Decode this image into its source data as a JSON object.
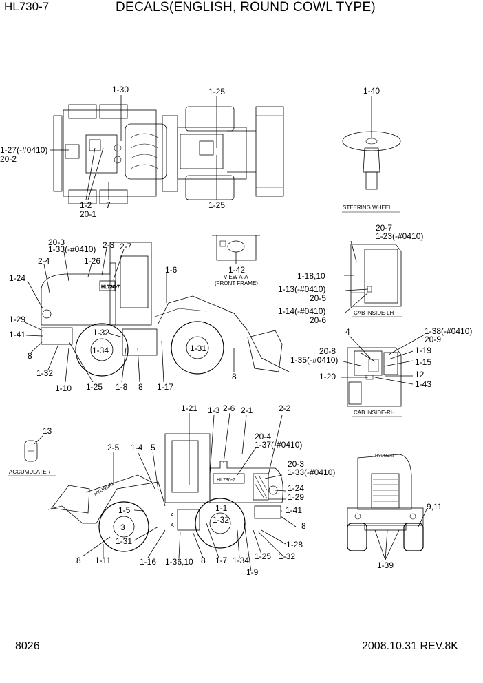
{
  "header": {
    "model": "HL730-7",
    "title": "DECALS(ENGLISH, ROUND COWL TYPE)"
  },
  "footer": {
    "page": "8026",
    "date_rev": "2008.10.31  REV.8K"
  },
  "captions": {
    "steering": "STEERING WHEEL",
    "view_a": "VIEW A-A",
    "front_frame": "(FRONT FRAME)",
    "cab_lh": "CAB INSIDE-LH",
    "cab_rh": "CAB INSIDE-RH",
    "accumulater": "ACCUMULATER"
  },
  "labels": {
    "top": [
      "1-30",
      "1-25",
      "1-27(-#0410)",
      "20-2",
      "1-2",
      "20-1",
      "7",
      "1-25"
    ],
    "steering": [
      "1-40"
    ],
    "view": [
      "1-42"
    ],
    "cab_lh": [
      "20-7",
      "1-23(-#0410)",
      "1-18,10",
      "1-13(-#0410)",
      "20-5",
      "1-14(-#0410)",
      "20-6"
    ],
    "cab_rh": [
      "4",
      "20-8",
      "1-35(-#0410)",
      "1-20",
      "1-38(-#0410)",
      "20-9",
      "1-19",
      "1-15",
      "12",
      "1-43"
    ],
    "left_side": [
      "20-3",
      "1-33(-#0410)",
      "2-3",
      "2-7",
      "2-4",
      "1-26",
      "1-24",
      "1-6",
      "1-29",
      "1-41",
      "1-32",
      "1-34",
      "1-31",
      "8",
      "1-32",
      "1-10",
      "1-25",
      "1-8",
      "8",
      "1-17",
      "8"
    ],
    "right_side": [
      "1-21",
      "1-3",
      "2-6",
      "2-1",
      "2-2",
      "20-4",
      "1-37(-#0410)",
      "2-5",
      "1-4",
      "5",
      "20-3",
      "1-33(-#0410)",
      "1-24",
      "1-29",
      "1-5",
      "1-1",
      "1-32",
      "1-41",
      "3",
      "8",
      "1-31",
      "1-28",
      "8",
      "1-11",
      "1-16",
      "1-36,10",
      "8",
      "1-7",
      "1-34",
      "1-25",
      "1-32",
      "1-9"
    ],
    "accumulator": [
      "13"
    ],
    "front_view": [
      "9,11",
      "1-39"
    ]
  },
  "markings": {
    "model_badge": "HL730-7",
    "brand": "HYUNDAI",
    "arrow_a": "A",
    "brand_rear": "HYUNDAI"
  }
}
